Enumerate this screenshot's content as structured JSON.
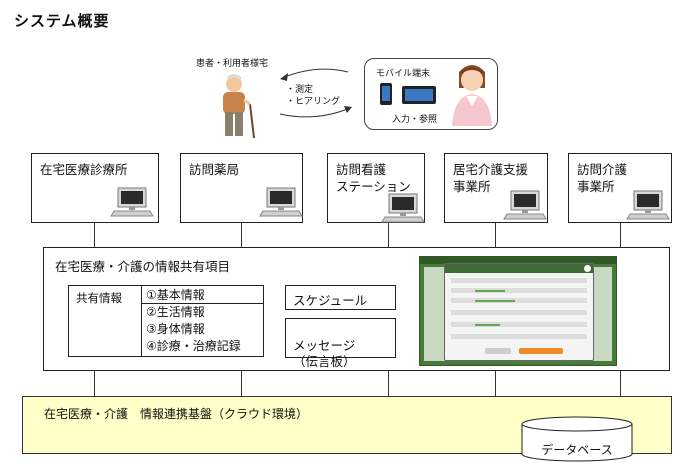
{
  "title": "システム概要",
  "patient_label": "患者・利用者様宅",
  "arrow_labels": [
    "・測定",
    "・ヒアリング"
  ],
  "mobile": {
    "label": "モバイル端末",
    "caption": "入力・参照"
  },
  "facilities": [
    "在宅医療診療所",
    "訪問薬局",
    "訪問看護\nステーション",
    "居宅介護支援\n事業所",
    "訪問介護\n事業所"
  ],
  "shared_title": "在宅医療・介護の情報共有項目",
  "shared_info_label": "共有情報",
  "shared_info_items": [
    "①基本情報",
    "②生活情報",
    "③身体情報",
    "④診療・治療記録"
  ],
  "schedule_label": "スケジュール",
  "message_label": "メッセージ\n（伝言板）",
  "cloud_label": "在宅医療・介護　情報連携基盤（クラウド環境）",
  "database_label": "データベース",
  "colors": {
    "cloud_bg": "#ffffc8",
    "dashboard_green": "#4a7a39",
    "dialog_orange": "#f08a24"
  }
}
